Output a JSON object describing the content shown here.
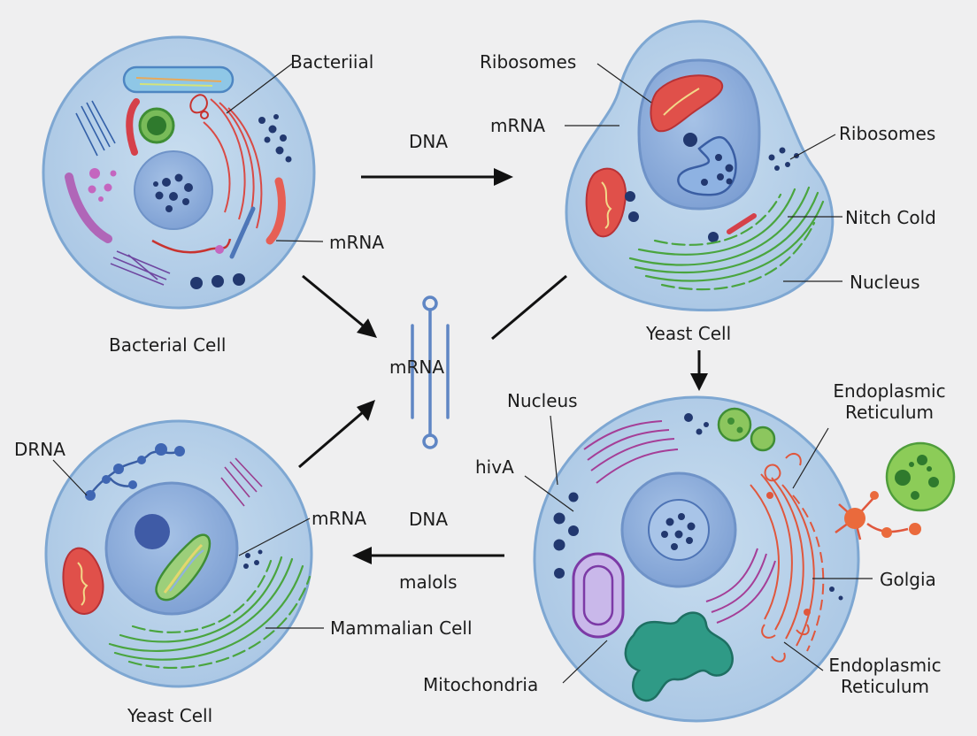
{
  "labels": {
    "bacteriial": "Bacteriial",
    "mrna_tl": "mRNA",
    "bacterial_cell": "Bacterial Cell",
    "dna_top": "DNA",
    "ribosomes_top": "Ribosomes",
    "mrna_top": "mRNA",
    "ribosomes_right": "Ribosomes",
    "nitch_cold": "Nitch Cold",
    "nucleus_tr": "Nucleus",
    "yeast_cell_tr": "Yeast Cell",
    "mrna_center": "mRNA",
    "dnra": "DRNA",
    "mrna_bl": "mRNA",
    "mammalian_cell": "Mammalian Cell",
    "yeast_cell_bl": "Yeast Cell",
    "dna_bottom": "DNA",
    "malols": "malols",
    "nucleus_br": "Nucleus",
    "niva": "hivA",
    "er_top_l1": "Endoplasmic",
    "er_top_l2": "Reticulum",
    "golgia": "Golgia",
    "er_bot_l1": "Endoplasmic",
    "er_bot_l2": "Reticulum",
    "mitochondria": "Mitochondria"
  },
  "colors": {
    "background": "#efeff0",
    "cytoplasm": "#b9d3ea",
    "membrane": "#7ea7d2",
    "nucleus": "#8fb0db",
    "dark_dot": "#233a73",
    "mitochondria_red": "#e2564f",
    "golgi_green": "#4aa53f",
    "er_red": "#e0573d",
    "purple": "#8a3fa8",
    "teal": "#2f9a86"
  }
}
